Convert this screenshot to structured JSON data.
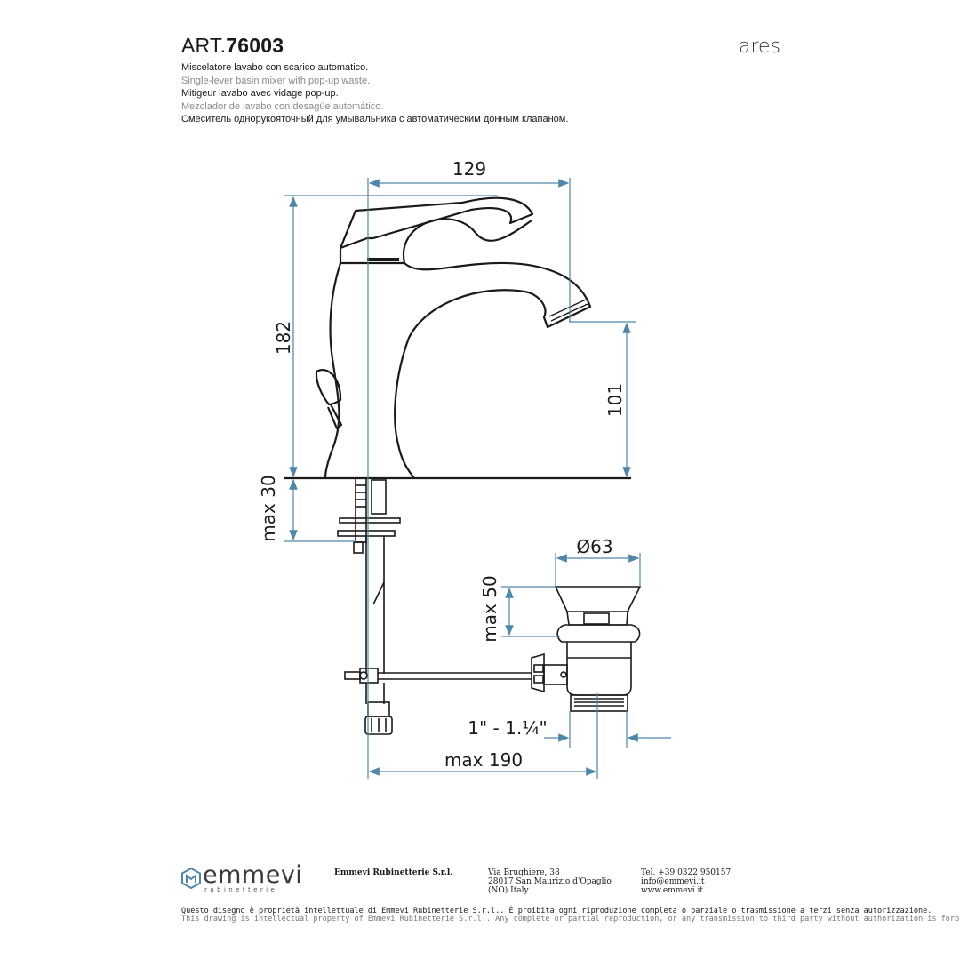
{
  "header": {
    "art_prefix": "ART.",
    "art_number": "76003",
    "series": "ares",
    "descriptions": [
      "Miscelatore lavabo con scarico automatico.",
      "Single-lever basin mixer with pop-up waste.",
      "Mitigeur lavabo avec vidage pop-up.",
      "Mezclador de lavabo con desagüe automático.",
      "Смеситель однорукояточный для умывальника с автоматическим донным клапаном."
    ]
  },
  "dimensions": {
    "width": "129",
    "height": "182",
    "spout_height": "101",
    "deck_max": "max 30",
    "waste_diameter": "Ø63",
    "waste_max": "max 50",
    "thread": "1\" - 1.¹⁄₄\"",
    "reach_max": "max 190"
  },
  "colors": {
    "dimension_line": "#4f87a8",
    "outline": "#1a1a1a"
  },
  "footer": {
    "logo_name": "emmevi",
    "logo_sub": "rubinetterie",
    "company": "Emmevi Rubinetterie S.r.l.",
    "address": [
      "Via Brughiere, 38",
      "28017 San Maurizio d'Opaglio",
      "(NO) Italy"
    ],
    "contact": [
      "Tel. +39 0322 950157",
      "info@emmevi.it",
      "www.emmevi.it"
    ],
    "legal_it": "Questo disegno è proprietà intellettuale di Emmevi Rubinetterie S.r.l.. È proibita ogni riproduzione completa o parziale o trasmissione a terzi senza autorizzazione.",
    "legal_en": "This drawing is intellectual property of Emmevi Rubinetterie S.r.l.. Any complete or partial reproduction, or any transmission to third party without authorization is forbidden."
  }
}
